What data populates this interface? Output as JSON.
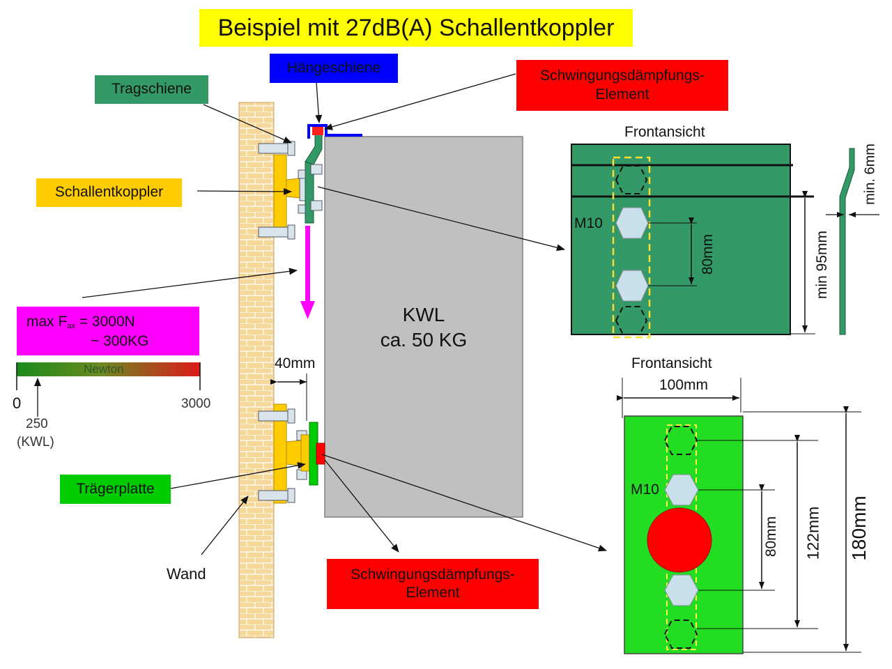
{
  "title": "Beispiel mit 27dB(A) Schallentkoppler",
  "labels": {
    "haengeschiene": "Hängeschiene",
    "tragschiene": "Tragschiene",
    "schallentkoppler": "Schallentkoppler",
    "daempfung_top": [
      "Schwingungsdämpfungs-",
      "Element"
    ],
    "daempfung_bottom": [
      "Schwingungsdämpfungs-",
      "Element"
    ],
    "traegerplatte": "Trägerplatte",
    "wand": "Wand",
    "kwl": [
      "KWL",
      "ca. 50 KG"
    ],
    "distance_40": "40mm"
  },
  "force": {
    "prefix": "max F",
    "subscript": "ax",
    "value": "= 3000N",
    "approx": "~ 300KG",
    "scale_label": "Newton",
    "scale_min": "0",
    "scale_max": "3000",
    "marker_value": "250",
    "marker_label": "(KWL)"
  },
  "top_view": {
    "title": "Frontansicht",
    "bolt": "M10",
    "dim_spacing": "80mm",
    "dim_height": "min 95mm",
    "dim_side": "min. 6mm"
  },
  "bottom_view": {
    "title": "Frontansicht",
    "width": "100mm",
    "bolt": "M10",
    "dim_spacing": "80mm",
    "dim_outer": "122mm",
    "dim_height": "180mm"
  },
  "colors": {
    "title_bg": "#ffff00",
    "haengeschiene": "#0000ff",
    "tragschiene": "#339966",
    "schallentkoppler": "#ffcc00",
    "daempfung": "#ff0000",
    "traegerplatte": "#00cc00",
    "force": "#ff00ff",
    "kwl": "#c0c0c0",
    "wall": "#f6d79a"
  }
}
